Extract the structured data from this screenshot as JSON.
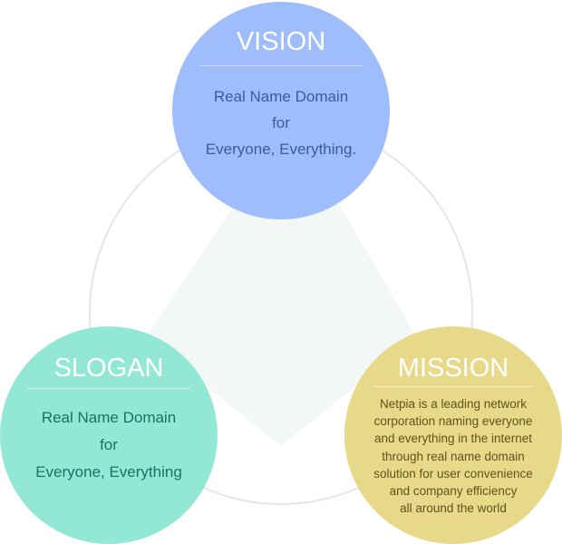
{
  "colors": {
    "vision_fill": "#9fbcfb",
    "slogan_fill": "#93e8d5",
    "mission_fill": "#e8d98a",
    "ring_stroke": "#e4e7e7",
    "triangle_fill": "#f3f8f7"
  },
  "diagram": {
    "vision": {
      "title": "VISION",
      "body": "Real Name Domain\nfor\nEveryone, Everything."
    },
    "slogan": {
      "title": "SLOGAN",
      "body": "Real Name Domain\nfor\nEveryone, Everything"
    },
    "mission": {
      "title": "MISSION",
      "body": "Netpia is a leading network\ncorporation naming everyone\nand everything in the internet\nthrough real name domain\nsolution for user convenience\nand company efficiency\nall around the world"
    }
  }
}
